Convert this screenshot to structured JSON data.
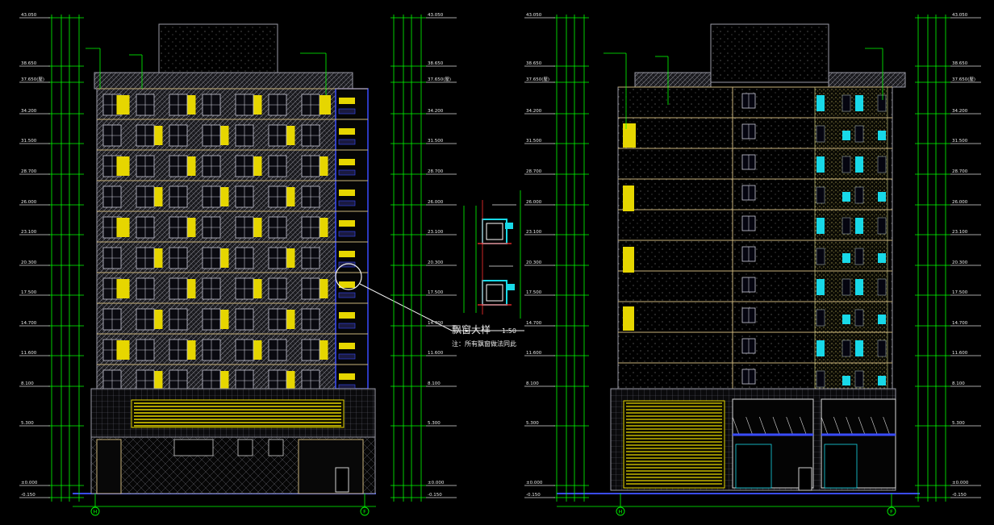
{
  "colors": {
    "background": "#000000",
    "dimension_green": "#00ff00",
    "wall_grey": "#9a9aa6",
    "floor_line": "#c8b27a",
    "window_yellow": "#e6d600",
    "cyan_panel": "#18d9e8",
    "frame_blue": "#3a4cff"
  },
  "left_elevation": {
    "levels_left": [
      "43.050",
      "38.650",
      "37.650(屋)",
      "34.200",
      "31.500",
      "28.700",
      "26.000",
      "23.100",
      "20.300",
      "17.500",
      "14.700",
      "11.600",
      "8.100",
      "5.300",
      "±0.000",
      "-0.150"
    ],
    "levels_right": [
      "43.050",
      "38.650",
      "37.650(屋)",
      "34.200",
      "31.500",
      "28.700",
      "26.000",
      "23.100",
      "20.300",
      "17.500",
      "14.700",
      "11.600",
      "8.100",
      "5.300",
      "±0.000",
      "-0.150"
    ],
    "axis_left": "H",
    "axis_right": "F"
  },
  "right_elevation": {
    "levels_left": [
      "43.050",
      "38.650",
      "37.650(屋)",
      "34.200",
      "31.500",
      "28.700",
      "26.000",
      "23.100",
      "20.300",
      "17.500",
      "14.700",
      "11.600",
      "8.100",
      "5.300",
      "±0.000",
      "-0.150"
    ],
    "levels_right": [
      "43.050",
      "38.650",
      "37.650(屋)",
      "34.200",
      "31.500",
      "28.700",
      "26.000",
      "23.100",
      "20.300",
      "17.500",
      "14.700",
      "11.600",
      "8.100",
      "5.300",
      "±0.000",
      "-0.150"
    ],
    "axis_left": "H",
    "axis_right": "F"
  },
  "detail": {
    "title": "飘窗大样",
    "scale": "1:50",
    "note": "注：所有飘窗做法同此"
  }
}
